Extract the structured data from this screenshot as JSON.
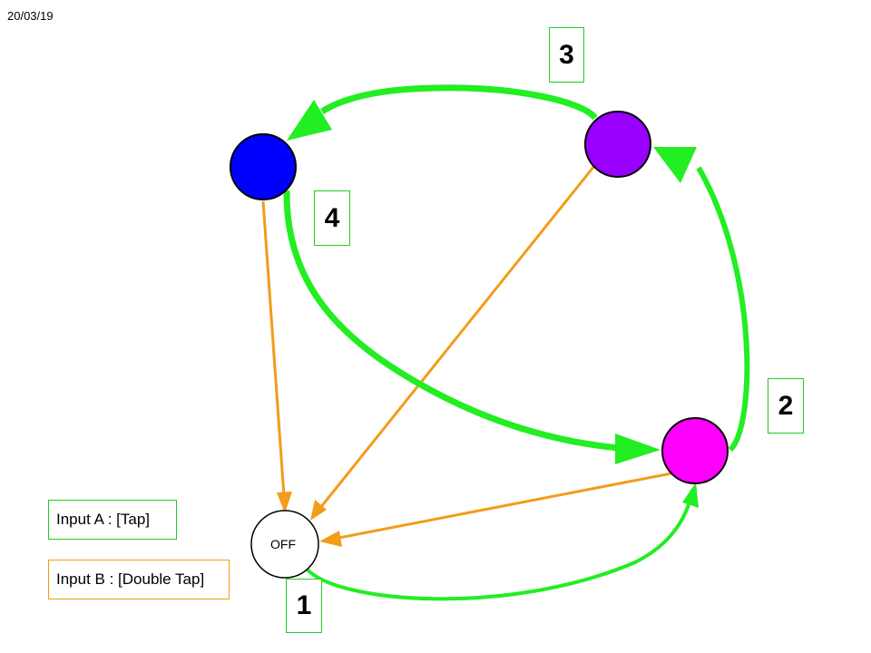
{
  "date": "20/03/19",
  "colors": {
    "input_a": "#22ee22",
    "input_b": "#f39c1a",
    "node_blue": "#0000ff",
    "node_purple": "#9900ff",
    "node_magenta": "#ff00ff",
    "node_off": "#ffffff"
  },
  "nodes": {
    "off": {
      "label": "OFF"
    },
    "magenta": {
      "label": ""
    },
    "purple": {
      "label": ""
    },
    "blue": {
      "label": ""
    }
  },
  "steps": [
    "1",
    "2",
    "3",
    "4"
  ],
  "legend": {
    "input_a": "Input A : [Tap]",
    "input_b": "Input B : [Double Tap]"
  }
}
